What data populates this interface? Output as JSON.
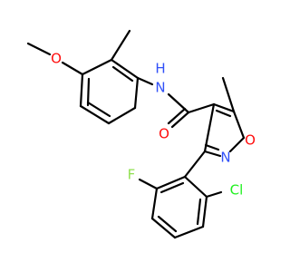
{
  "molecule": {
    "atoms": {
      "methoxy_o": {
        "symbol": "O",
        "color": "#ff0d0d"
      },
      "amide_n": {
        "symbol": "N",
        "color": "#3050f8"
      },
      "amide_h": {
        "symbol": "H",
        "color": "#3050f8"
      },
      "carbonyl_o": {
        "symbol": "O",
        "color": "#ff0d0d"
      },
      "ring_o": {
        "symbol": "O",
        "color": "#ff0d0d"
      },
      "ring_n": {
        "symbol": "N",
        "color": "#3050f8"
      },
      "fluorine": {
        "symbol": "F",
        "color": "#90e050"
      },
      "chlorine": {
        "symbol": "Cl",
        "color": "#1ff01f"
      }
    },
    "bond_color": "#000000"
  }
}
